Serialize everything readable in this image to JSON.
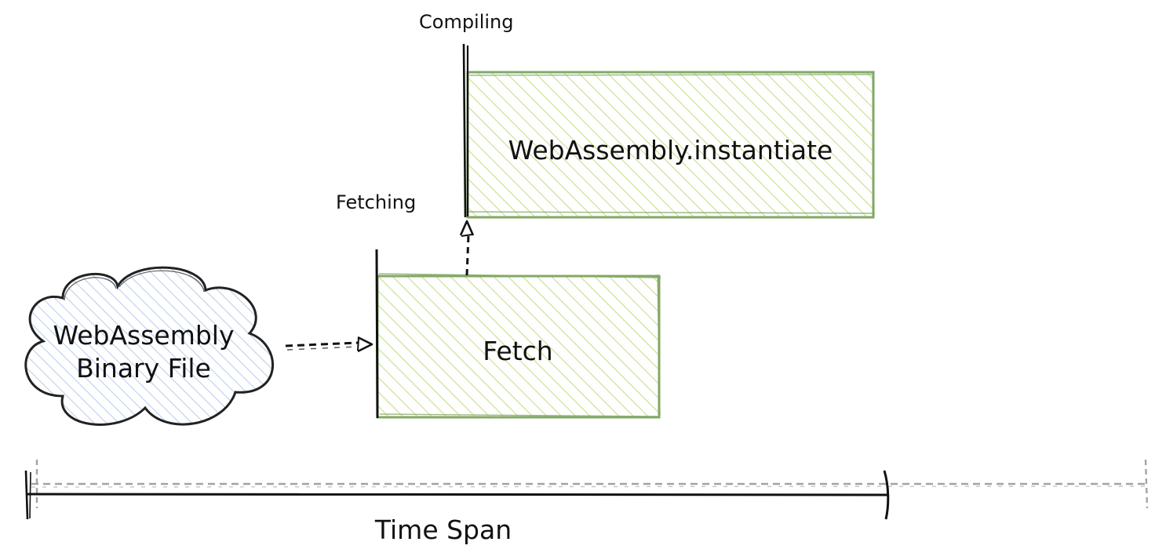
{
  "labels": {
    "compiling": "Compiling",
    "fetching": "Fetching",
    "instantiate_box": "WebAssembly.instantiate",
    "fetch_box": "Fetch",
    "binary_file_line1": "WebAssembly",
    "binary_file_line2": "Binary File",
    "time_span": "Time Span"
  },
  "colors": {
    "green_stroke": "#82a866",
    "green_hatch": "#c5e089",
    "blue_hatch": "#a9c8ee",
    "ink": "#111111",
    "gray_dash": "#a3a3a3"
  }
}
